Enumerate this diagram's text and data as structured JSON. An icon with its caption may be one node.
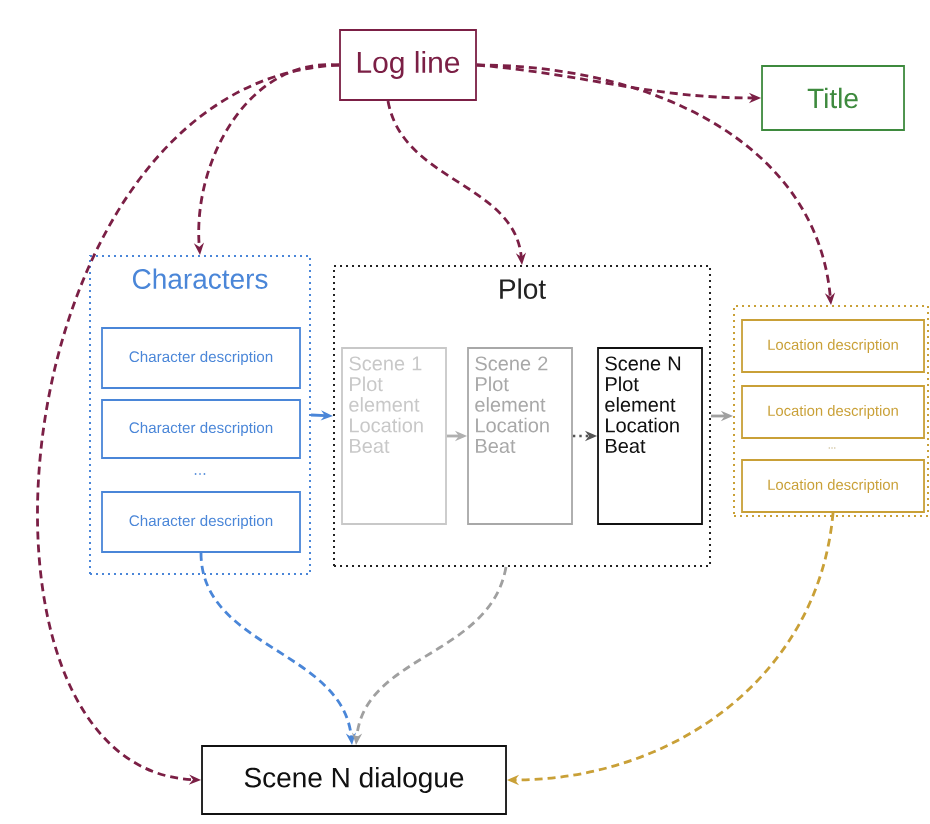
{
  "diagram": {
    "nodes": [
      {
        "text": [
          "Log line"
        ]
      },
      {
        "text": [
          "Title"
        ]
      },
      {
        "text": [
          "Characters"
        ]
      },
      {
        "text": [
          "Character description"
        ],
        "in": 2
      },
      {
        "text": [
          "Character description"
        ],
        "in": 2
      },
      {
        "text": [
          "Character description"
        ],
        "in": 2
      },
      {
        "text": [
          "Plot"
        ]
      },
      {
        "text": [
          "Scene 1",
          "Plot element Location Beat"
        ],
        "in": 6
      },
      {
        "text": [
          "Scene 2",
          "Plot element Location Beat"
        ],
        "in": 6
      },
      {
        "text": [
          "Scene N",
          "Plot element Location Beat"
        ],
        "in": 6
      },
      {
        "text": [],
        "shape": "box"
      },
      {
        "text": [
          "Location description"
        ],
        "in": 10
      },
      {
        "text": [
          "Location description"
        ],
        "in": 10
      },
      {
        "text": [
          "Location description"
        ],
        "in": 10
      },
      {
        "text": [
          "Scene N dialogue"
        ]
      }
    ],
    "edges": [
      {
        "from": 0,
        "to": 1,
        "arrow": "to",
        "style": "dashed"
      },
      {
        "from": 0,
        "to": 2,
        "arrow": "to",
        "style": "dashed"
      },
      {
        "from": 0,
        "to": 6,
        "arrow": "to",
        "style": "dashed"
      },
      {
        "from": 0,
        "to": 10,
        "arrow": "to",
        "style": "dashed"
      },
      {
        "from": 0,
        "to": 14,
        "arrow": "to",
        "style": "dashed"
      },
      {
        "from": 2,
        "to": 6,
        "arrow": "to",
        "color": "#4a86d8"
      },
      {
        "from": 7,
        "to": 8,
        "arrow": "to",
        "color": "#b0b0b0"
      },
      {
        "from": 8,
        "to": 9,
        "arrow": "to",
        "style": "dashed",
        "color": "#555555"
      },
      {
        "from": 6,
        "to": 10,
        "arrow": "to",
        "color": "#a0a0a0"
      },
      {
        "from": 5,
        "to": 14,
        "arrow": "to",
        "style": "dashed",
        "color": "#4a86d8"
      },
      {
        "from": 6,
        "to": 14,
        "arrow": "to",
        "style": "dashed",
        "color": "#a0a0a0"
      },
      {
        "from": 13,
        "to": 14,
        "arrow": "to",
        "style": "dashed",
        "color": "#c9a037"
      }
    ],
    "labels": [
      "...",
      "..."
    ]
  }
}
